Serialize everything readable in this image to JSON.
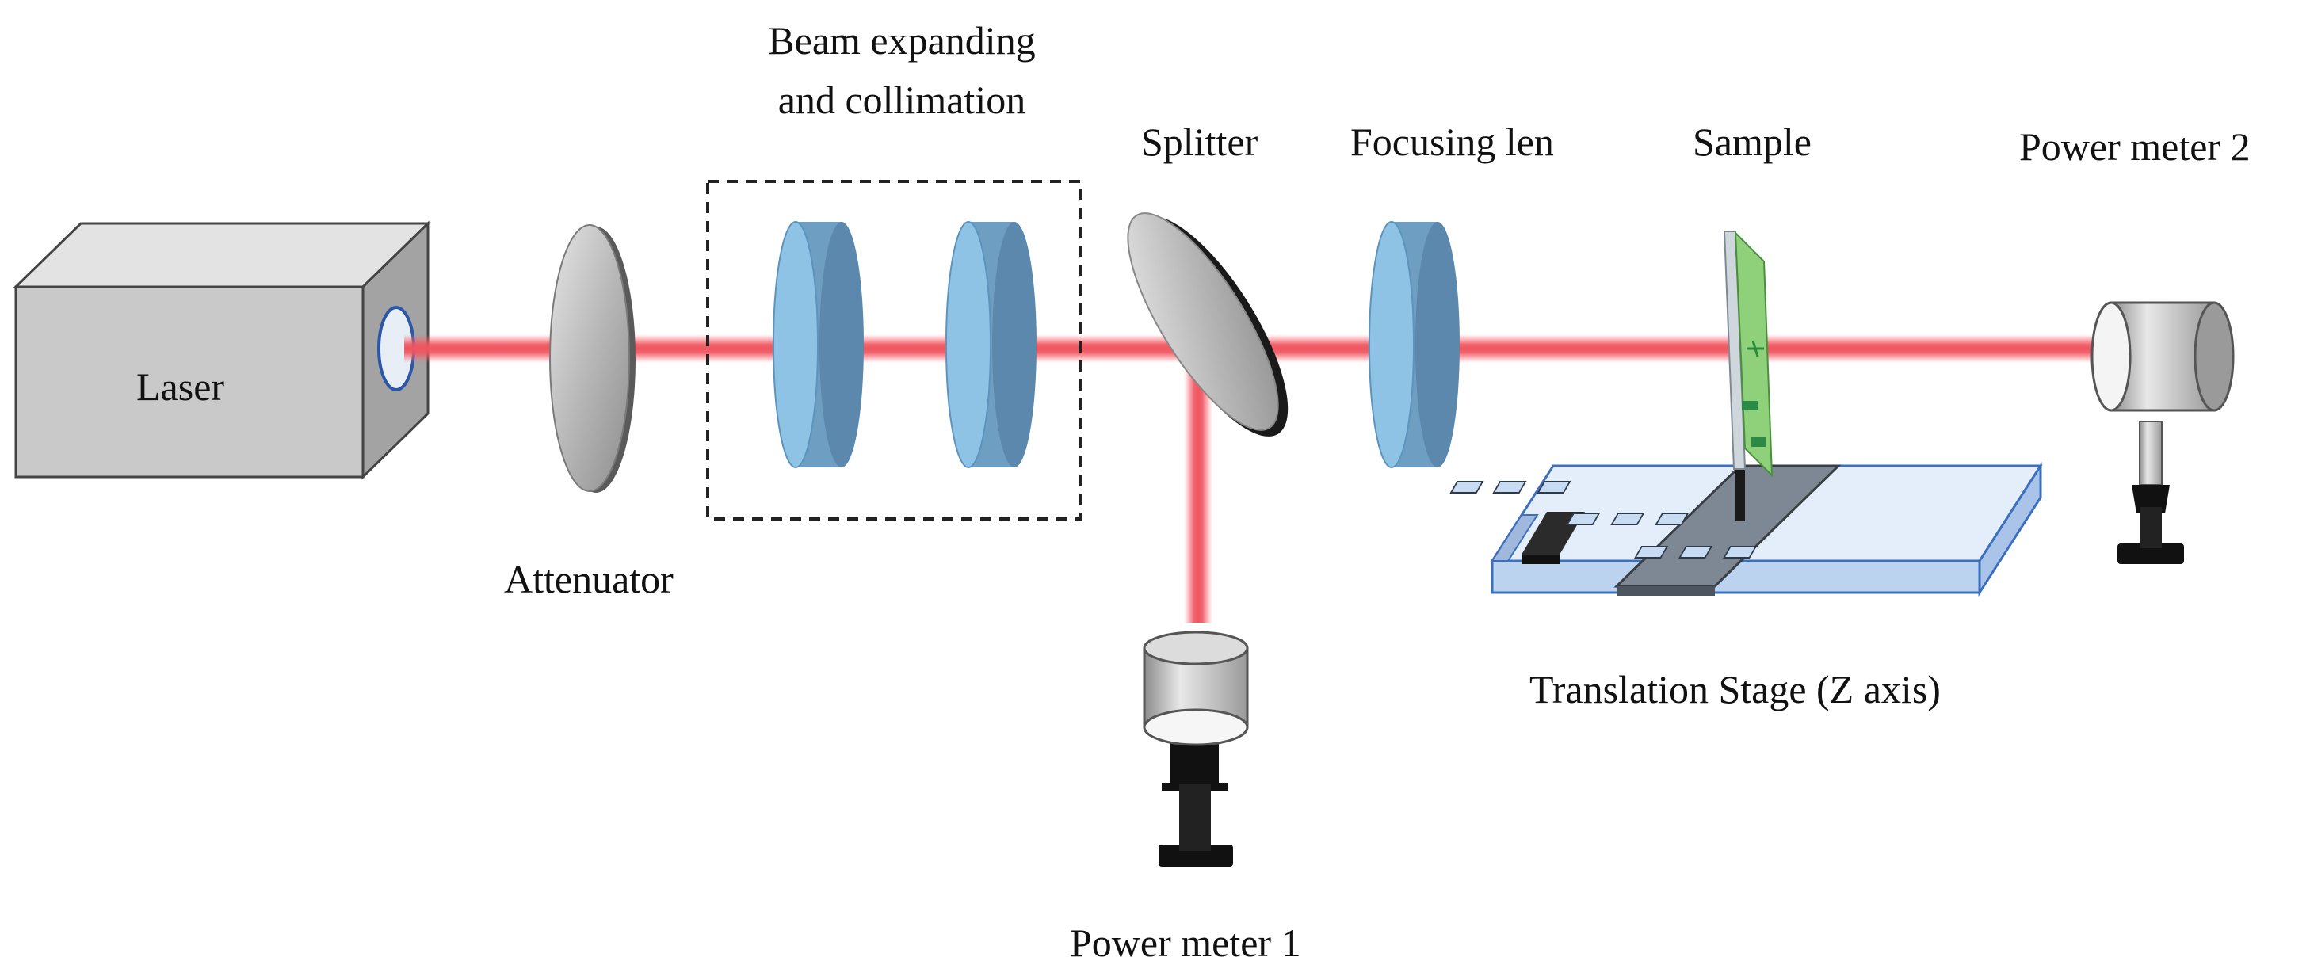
{
  "diagram": {
    "labels": {
      "laser": "Laser",
      "attenuator": "Attenuator",
      "beam_line1": "Beam expanding",
      "beam_line2": "and collimation",
      "splitter": "Splitter",
      "focusing": "Focusing len",
      "sample": "Sample",
      "power_meter_2": "Power meter 2",
      "power_meter_1": "Power meter 1",
      "stage": "Translation Stage (Z axis)"
    },
    "colors": {
      "beam": "#f0555f",
      "lens": "#8fc3e6",
      "lens_edge": "#5c94bd",
      "laser_body": "#c9c9c9",
      "sample_chip": "#8fd07a",
      "stage": "#c9ddf5"
    }
  }
}
